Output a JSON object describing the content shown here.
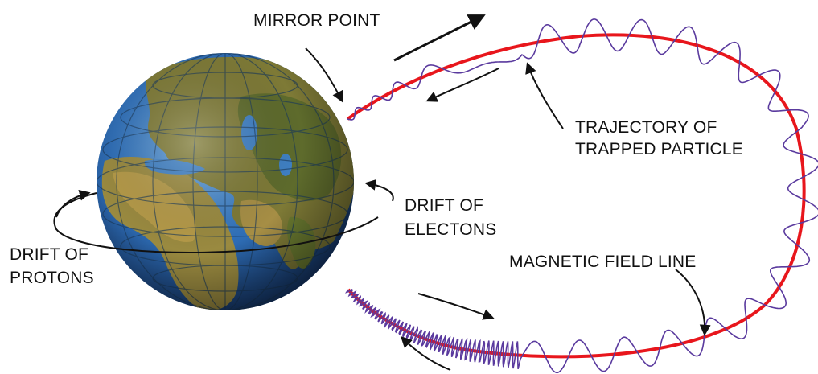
{
  "labels": {
    "mirror_point": "MIRROR POINT",
    "trajectory_line1": "TRAJECTORY OF",
    "trajectory_line2": "TRAPPED PARTICLE",
    "drift_electrons_line1": "DRIFT OF",
    "drift_electrons_line2": "ELECTONS",
    "drift_protons_line1": "DRIFT OF",
    "drift_protons_line2": "PROTONS",
    "field_line": "MAGNETIC FIELD LINE"
  },
  "colors": {
    "field_line": "#e8161c",
    "trajectory": "#5a3a9e",
    "ocean": "#2f6fb8",
    "land": "#8a8a3a",
    "text": "#111111"
  },
  "icons": {
    "earth": "earth-globe-icon",
    "arrows": "direction-arrow-icon"
  }
}
